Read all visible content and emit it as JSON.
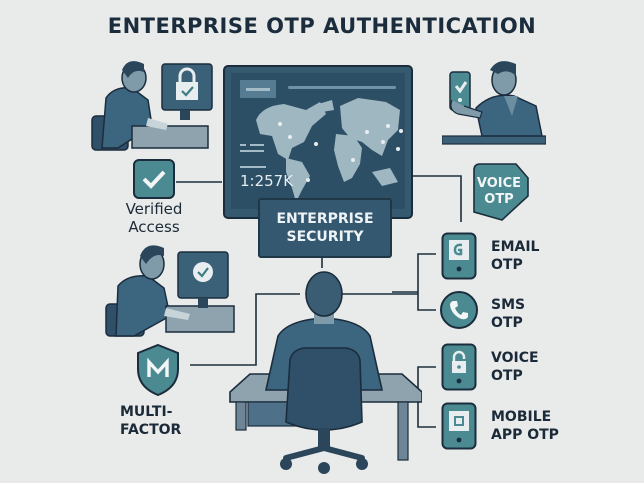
{
  "title": "ENTERPRISE OTP AUTHENTICATION",
  "center_monitor": {
    "scale_label": "1:257K",
    "tag_line1": "ENTERPRISE",
    "tag_line2": "SECURITY"
  },
  "left_items": [
    {
      "id": "verified-access",
      "line1": "Verified",
      "line2": "Access",
      "icon": "checkmark-icon"
    },
    {
      "id": "multi-factor",
      "line1": "MULTI-",
      "line2": "FACTOR",
      "icon": "shield-m-icon"
    }
  ],
  "voice_badge": {
    "line1": "VOICE",
    "line2": "OTP",
    "icon": "shield-badge-icon"
  },
  "otp_methods": [
    {
      "id": "email-otp",
      "line1": "EMAIL",
      "line2": "OTP",
      "icon": "email-device-icon"
    },
    {
      "id": "sms-otp",
      "line1": "SMS",
      "line2": "OTP",
      "icon": "phone-icon"
    },
    {
      "id": "voice-otp",
      "line1": "VOICE",
      "line2": "OTP",
      "icon": "padlock-device-icon"
    },
    {
      "id": "mobile-app-otp",
      "line1": "MOBILE",
      "line2": "APP OTP",
      "icon": "app-device-icon"
    }
  ],
  "colors": {
    "background": "#e9eaea",
    "navy": "#1b2d3d",
    "slate": "#34586f",
    "teal": "#4a8a90",
    "map": "#9fb7c0"
  }
}
